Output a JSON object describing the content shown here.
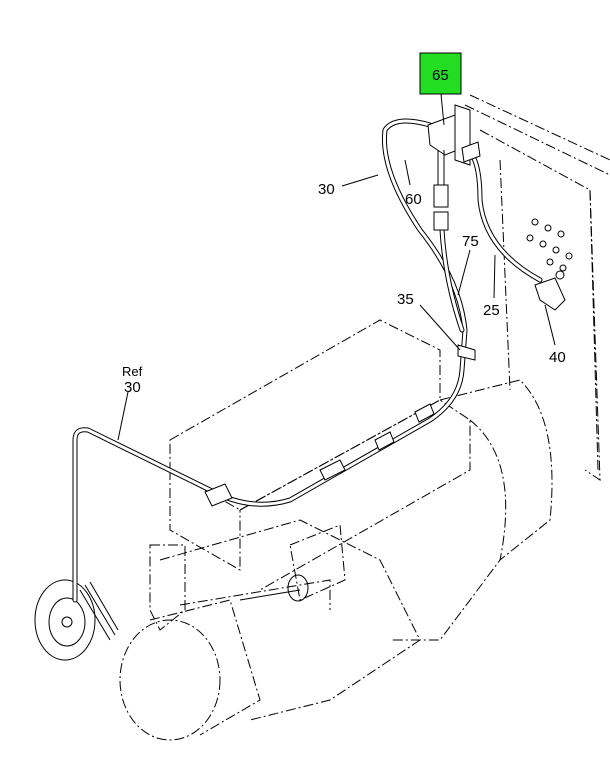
{
  "callouts": {
    "highlighted": "65",
    "harness_top": "30",
    "connector": "60",
    "wire_75": "75",
    "wire_25": "25",
    "clip": "35",
    "sensor": "40",
    "ref_word": "Ref",
    "ref_num": "30"
  },
  "colors": {
    "highlight": "#22dd22"
  }
}
